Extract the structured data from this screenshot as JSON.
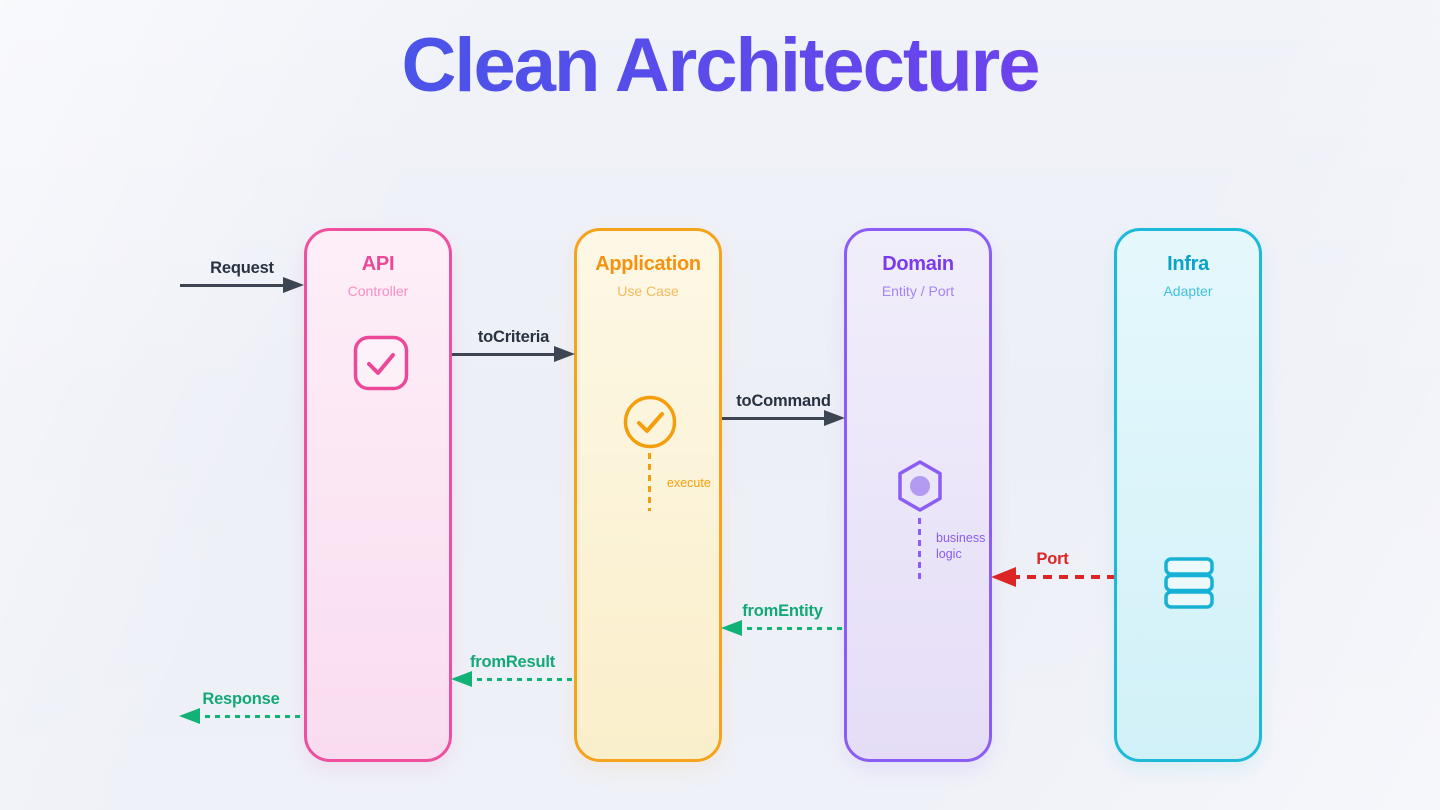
{
  "title": "Clean Architecture",
  "columns": [
    {
      "id": "api",
      "title": "API",
      "subtitle": "Controller",
      "icon": "check-square-icon",
      "accent": "#ec4899"
    },
    {
      "id": "application",
      "title": "Application",
      "subtitle": "Use Case",
      "icon": "check-circle-icon",
      "accent": "#f59e0b",
      "annotation": "execute"
    },
    {
      "id": "domain",
      "title": "Domain",
      "subtitle": "Entity / Port",
      "icon": "hexagon-dot-icon",
      "accent": "#8b5cf6",
      "annotation": "business logic"
    },
    {
      "id": "infra",
      "title": "Infra",
      "subtitle": "Adapter",
      "icon": "database-icon",
      "accent": "#1db9d9"
    }
  ],
  "arrows": [
    {
      "label": "Request",
      "from": "client",
      "to": "api",
      "style": "solid",
      "direction": "right",
      "color": "#3d4552"
    },
    {
      "label": "toCriteria",
      "from": "api",
      "to": "application",
      "style": "solid",
      "direction": "right",
      "color": "#3d4552"
    },
    {
      "label": "toCommand",
      "from": "application",
      "to": "domain",
      "style": "solid",
      "direction": "right",
      "color": "#3d4552"
    },
    {
      "label": "Port",
      "from": "infra",
      "to": "domain",
      "style": "dashed",
      "direction": "left",
      "color": "#dc2626"
    },
    {
      "label": "fromEntity",
      "from": "domain",
      "to": "application",
      "style": "dashed",
      "direction": "left",
      "color": "#12b277"
    },
    {
      "label": "fromResult",
      "from": "application",
      "to": "api",
      "style": "dashed",
      "direction": "left",
      "color": "#12b277"
    },
    {
      "label": "Response",
      "from": "api",
      "to": "client",
      "style": "dashed",
      "direction": "left",
      "color": "#12b277"
    }
  ],
  "colors": {
    "title_gradient_start": "#3c5be7",
    "title_gradient_end": "#7b3bee",
    "background": "#eff1f8",
    "solid_arrow": "#3d4552",
    "return_arrow": "#12b277",
    "port_arrow": "#dc2626"
  }
}
